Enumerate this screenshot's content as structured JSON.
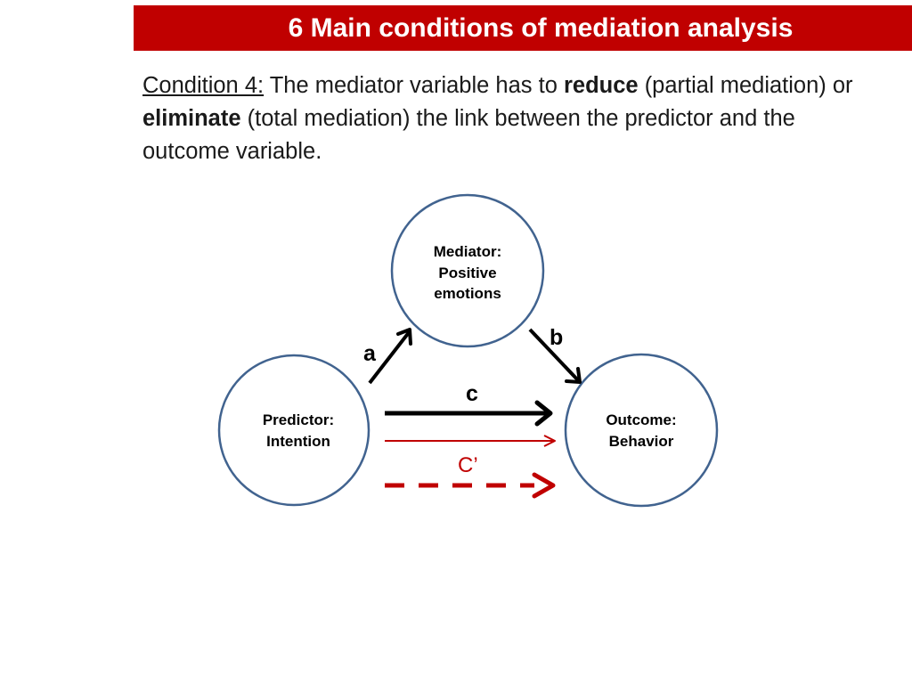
{
  "title": "6 Main conditions of mediation analysis",
  "condition": {
    "label": "Condition 4:",
    "text_1": " The mediator variable has to ",
    "bold_1": "reduce",
    "text_2": " (partial mediation) or ",
    "bold_2": "eliminate",
    "text_3": " (total mediation) the link between the predictor and the outcome variable."
  },
  "nodes": {
    "mediator": {
      "line1": "Mediator:",
      "line2": "Positive",
      "line3": "emotions"
    },
    "predictor": {
      "line1": "Predictor:",
      "line2": "Intention"
    },
    "outcome": {
      "line1": "Outcome:",
      "line2": "Behavior"
    }
  },
  "paths": {
    "a": "a",
    "b": "b",
    "c": "c",
    "c_prime": "C’"
  },
  "colors": {
    "title_bg": "#c00000",
    "circle_stroke": "#41638f",
    "accent_red": "#c00000",
    "arrow_black": "#000000"
  }
}
